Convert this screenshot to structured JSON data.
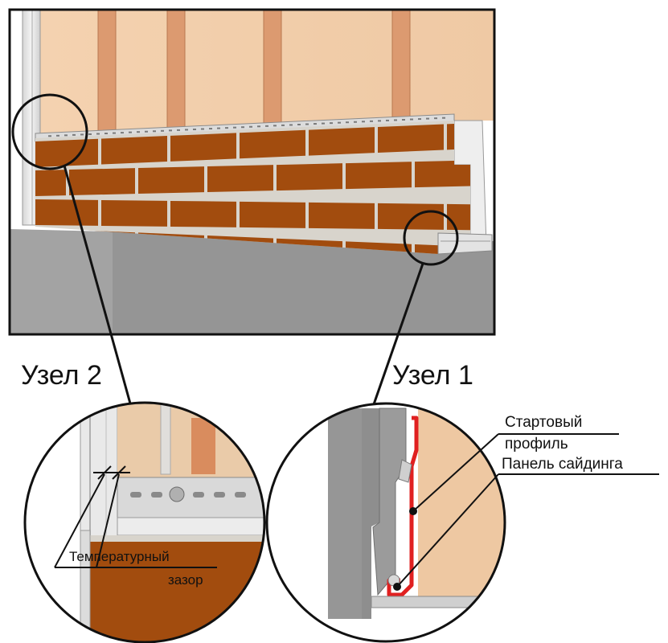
{
  "nodes": {
    "node2_label": "Узел 2",
    "node1_label": "Узел 1"
  },
  "callouts": {
    "starter_line1": "Стартовый",
    "starter_line2": "профиль",
    "siding_panel": "Панель сайдинга",
    "gap_line1": "Температурный",
    "gap_line2": "зазор"
  },
  "colors": {
    "brick": "#a24c0e",
    "mortar": "#d8d4cc",
    "wall": "#f2cda9",
    "batten": "#dc9a70",
    "foundation": "#9a9a9a",
    "profile_red": "#e02020",
    "outline": "#111111"
  }
}
